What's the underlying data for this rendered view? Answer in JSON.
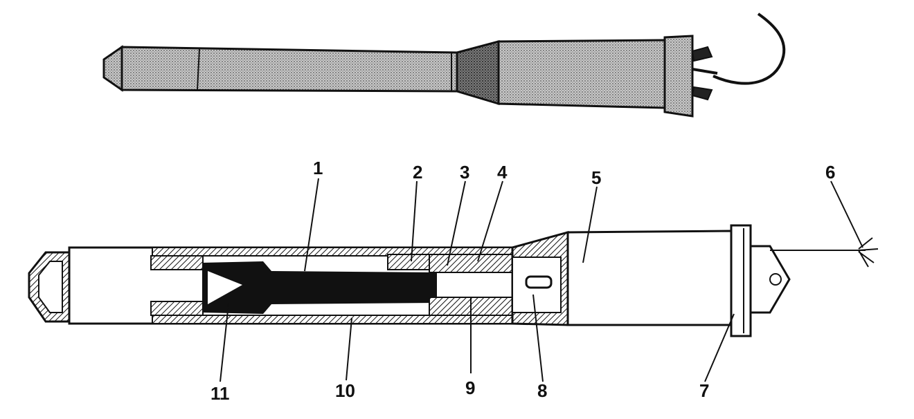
{
  "labels": {
    "l1": "1",
    "l2": "2",
    "l3": "3",
    "l4": "4",
    "l5": "5",
    "l6": "6",
    "l7": "7",
    "l8": "8",
    "l9": "9",
    "l10": "10",
    "l11": "11"
  },
  "colors": {
    "ink": "#111111",
    "shade": "#8a8a8a",
    "dark": "#1a1a1a",
    "paper": "#ffffff"
  }
}
